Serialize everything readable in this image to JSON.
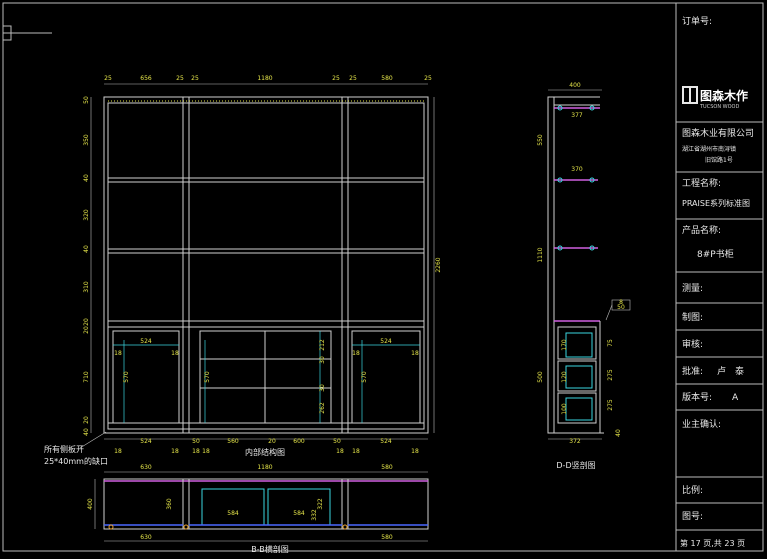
{
  "title_block": {
    "order_no_label": "订单号:",
    "logo_text": "图森木作",
    "logo_sub": "TUCSON WOOD",
    "company": "图森木业有限公司",
    "address_line1": "湖江省湖州市南浔镇",
    "address_line2": "旧馆路1号",
    "project_label": "工程名称:",
    "project_value": "PRAISE系列标准图",
    "product_label": "产品名称:",
    "product_value": "8#P书柜",
    "measure_label": "测量:",
    "draw_label": "制图:",
    "review_label": "审核:",
    "approve_label": "批准:",
    "approve_value": "卢　泰",
    "version_label": "版本号:",
    "version_value": "A",
    "owner_label": "业主确认:",
    "scale_label": "比例:",
    "drawing_no_label": "图号:",
    "page_info": "第 17 页,共 23 页"
  },
  "views": {
    "inner_title": "内部结构图",
    "bb_title": "B-B横剖图",
    "dd_title": "D-D竖剖图",
    "note_line1": "所有侧板开",
    "note_line2": "25*40mm的缺口"
  },
  "dims": {
    "top": [
      "25",
      "656",
      "25",
      "25",
      "1180",
      "25",
      "25",
      "580",
      "25"
    ],
    "right_total": "2260",
    "left": [
      "50",
      "350",
      "40",
      "320",
      "40",
      "310",
      "20",
      "20",
      "710",
      "20",
      "40"
    ],
    "mid_inner": [
      "524",
      "18",
      "18",
      "524",
      "18",
      "18"
    ],
    "mid_heights": [
      "570",
      "570",
      "570",
      "212",
      "30",
      "30",
      "262"
    ],
    "bottom": [
      "524",
      "50",
      "18",
      "18",
      "560",
      "20",
      "600",
      "50",
      "524",
      "18",
      "18",
      "18",
      "18",
      "18"
    ],
    "bb_top": [
      "630",
      "1180",
      "580"
    ],
    "bb_bottom": [
      "630",
      "584",
      "584",
      "580"
    ],
    "bb_depth": [
      "400",
      "360",
      "322",
      "332"
    ],
    "dd_top": [
      "400"
    ],
    "dd_inner": [
      "377",
      "370"
    ],
    "dd_left": [
      "550",
      "1110",
      "500"
    ],
    "dd_right": [
      "75",
      "275",
      "275",
      "40"
    ],
    "dd_drawer": [
      "170",
      "120",
      "100"
    ],
    "dd_bottom": "372",
    "dd_tag": "8",
    "dd_tag2": "50"
  }
}
